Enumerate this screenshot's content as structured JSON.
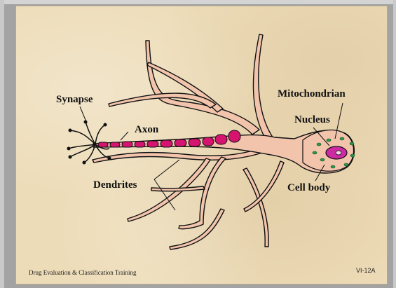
{
  "labels": {
    "synapse": "Synapse",
    "axon": "Axon",
    "mitochondrian": "Mitochondrian",
    "nucleus": "Nucleus",
    "dendrites": "Dendrites",
    "cell_body": "Cell body"
  },
  "footer": {
    "left": "Drug Evaluation & Classification Training",
    "right": "VI-12A"
  },
  "colors": {
    "background": "#eddcb8",
    "neuron_fill": "#f2c4ac",
    "outline": "#111111",
    "myelin": "#d4146e",
    "nucleus": "#cc2aa0",
    "mitochondria": "#2c9a4a"
  }
}
